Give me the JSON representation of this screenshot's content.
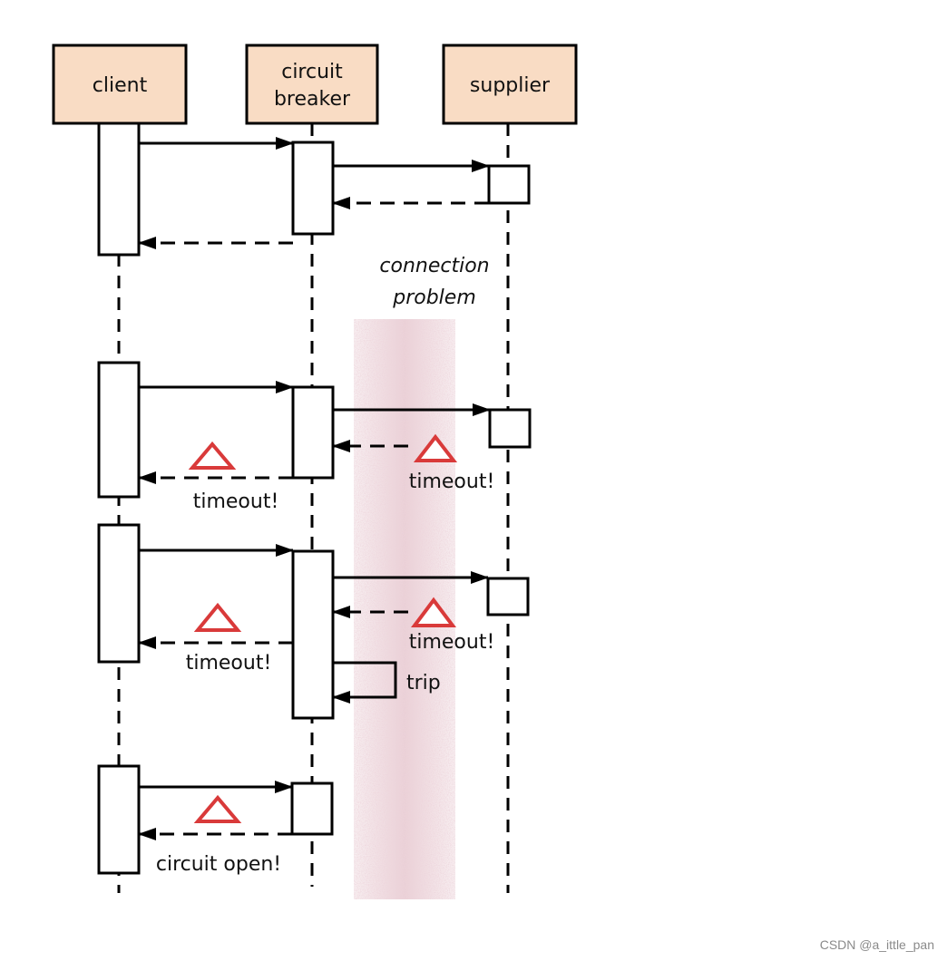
{
  "actors": {
    "client": "client",
    "breaker_line1": "circuit",
    "breaker_line2": "breaker",
    "supplier": "supplier"
  },
  "annotation": {
    "line1": "connection",
    "line2": "problem"
  },
  "messages": {
    "timeout_supplier_1": "timeout!",
    "timeout_client_1": "timeout!",
    "timeout_supplier_2": "timeout!",
    "timeout_client_2": "timeout!",
    "trip": "trip",
    "circuit_open": "circuit open!"
  },
  "watermark": "CSDN @a_ittle_pan",
  "colors": {
    "actor_fill": "#f9dcc4",
    "warning": "#d93a3a",
    "problem_band": "#d9a9b5"
  }
}
